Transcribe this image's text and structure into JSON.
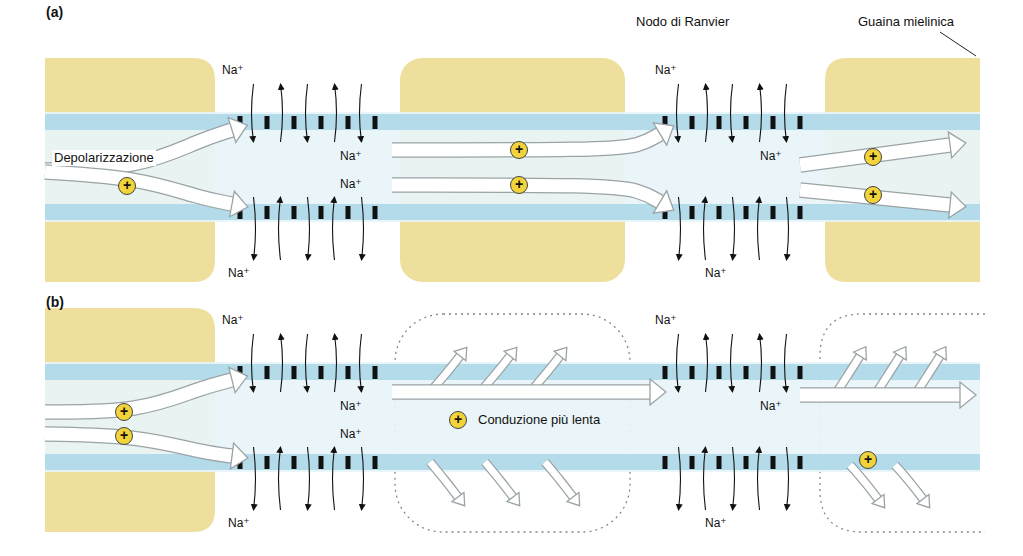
{
  "diagram": {
    "labels": [
      "(a)",
      "Nodo di Ranvier",
      "Guaina mielinica",
      "Depolarizzazione",
      "Na⁺",
      "Na⁺",
      "Na⁺",
      "Na⁺",
      "Na⁺",
      "Na⁺",
      "Na⁺",
      "+",
      "+",
      "+",
      "+",
      "+",
      "(b)",
      "Na⁺",
      "Na⁺",
      "Na⁺",
      "Na⁺",
      "Na⁺",
      "Na⁺",
      "Na⁺",
      "+",
      "+",
      "+",
      "+",
      "Conduzione più lenta"
    ]
  }
}
